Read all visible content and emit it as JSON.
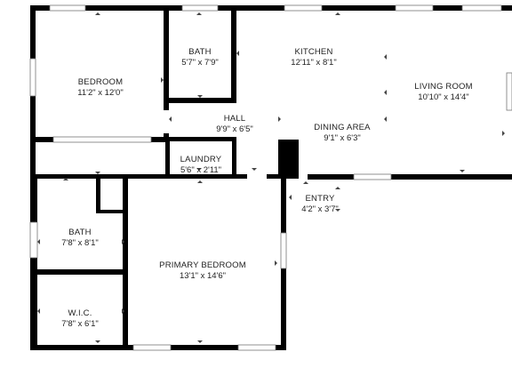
{
  "floorplan": {
    "rooms": [
      {
        "id": "bedroom",
        "name": "BEDROOM",
        "dims": "11'2\" x 12'0\""
      },
      {
        "id": "bath-upper",
        "name": "BATH",
        "dims": "5'7\" x 7'9\""
      },
      {
        "id": "kitchen",
        "name": "KITCHEN",
        "dims": "12'11\" x 8'1\""
      },
      {
        "id": "living-room",
        "name": "LIVING ROOM",
        "dims": "10'10\" x 14'4\""
      },
      {
        "id": "hall",
        "name": "HALL",
        "dims": "9'9\" x 6'5\""
      },
      {
        "id": "dining-area",
        "name": "DINING AREA",
        "dims": "9'1\" x 6'3\""
      },
      {
        "id": "laundry",
        "name": "LAUNDRY",
        "dims": "5'6\" x 2'11\""
      },
      {
        "id": "entry",
        "name": "ENTRY",
        "dims": "4'2\" x 3'7\""
      },
      {
        "id": "bath-lower",
        "name": "BATH",
        "dims": "7'8\" x 8'1\""
      },
      {
        "id": "primary-bedroom",
        "name": "PRIMARY BEDROOM",
        "dims": "13'1\" x 14'6\""
      },
      {
        "id": "wic",
        "name": "W.I.C.",
        "dims": "7'8\" x 6'1\""
      }
    ],
    "colors": {
      "wall": "#000000",
      "window": "#ffffff",
      "background": "#ffffff"
    }
  }
}
